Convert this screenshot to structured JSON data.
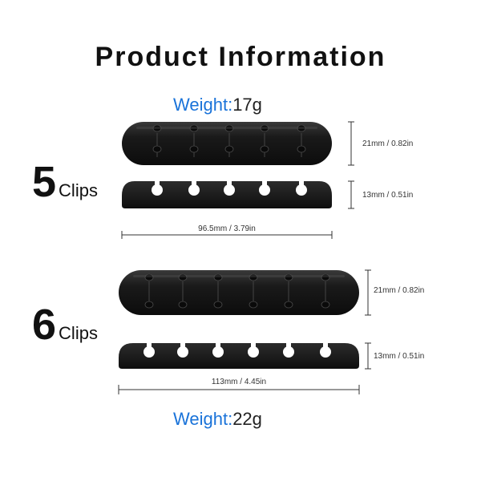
{
  "title": "Product Information",
  "five": {
    "weight_label": "Weight:",
    "weight_value": "17g",
    "count": "5",
    "clips_label": "Clips",
    "height_top": "21mm / 0.82in",
    "height_bottom": "13mm / 0.51in",
    "length": "96.5mm / 3.79in"
  },
  "six": {
    "weight_label": "Weight:",
    "weight_value": "22g",
    "count": "6",
    "clips_label": "Clips",
    "height_top": "21mm / 0.82in",
    "height_bottom": "13mm / 0.51in",
    "length": "113mm / 4.45in"
  },
  "colors": {
    "accent": "#1a73d9",
    "product": "#1c1c1c"
  }
}
